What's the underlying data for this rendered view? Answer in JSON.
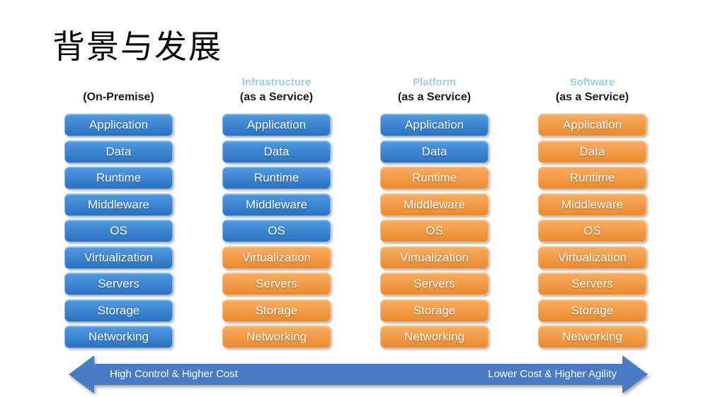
{
  "title": "背景与发展",
  "colors": {
    "title_color": "#0a0a0a",
    "header_accent": "#9dcdf0",
    "block_text": "#ffffff",
    "blue_top": "#4e9adf",
    "blue_bottom": "#2c72c4",
    "blue_border": "#7cb5e8",
    "orange_top": "#f9ac5e",
    "orange_bottom": "#eb8a2f",
    "orange_border": "#f6b878",
    "arrow_fill": "#4a7cc6"
  },
  "columns": [
    {
      "id": "on-premise",
      "header_line1": "",
      "header_line2": "(On-Premise)",
      "blocks": [
        {
          "label": "Application",
          "color": "blue"
        },
        {
          "label": "Data",
          "color": "blue"
        },
        {
          "label": "Runtime",
          "color": "blue"
        },
        {
          "label": "Middleware",
          "color": "blue"
        },
        {
          "label": "OS",
          "color": "blue"
        },
        {
          "label": "Virtualization",
          "color": "blue"
        },
        {
          "label": "Servers",
          "color": "blue"
        },
        {
          "label": "Storage",
          "color": "blue"
        },
        {
          "label": "Networking",
          "color": "blue"
        }
      ]
    },
    {
      "id": "iaas",
      "header_line1": "Infrastructure",
      "header_line2": "(as a Service)",
      "blocks": [
        {
          "label": "Application",
          "color": "blue"
        },
        {
          "label": "Data",
          "color": "blue"
        },
        {
          "label": "Runtime",
          "color": "blue"
        },
        {
          "label": "Middleware",
          "color": "blue"
        },
        {
          "label": "OS",
          "color": "blue"
        },
        {
          "label": "Virtualization",
          "color": "orange"
        },
        {
          "label": "Servers",
          "color": "orange"
        },
        {
          "label": "Storage",
          "color": "orange"
        },
        {
          "label": "Networking",
          "color": "orange"
        }
      ]
    },
    {
      "id": "paas",
      "header_line1": "Platform",
      "header_line2": "(as a Service)",
      "blocks": [
        {
          "label": "Application",
          "color": "blue"
        },
        {
          "label": "Data",
          "color": "blue"
        },
        {
          "label": "Runtime",
          "color": "orange"
        },
        {
          "label": "Middleware",
          "color": "orange"
        },
        {
          "label": "OS",
          "color": "orange"
        },
        {
          "label": "Virtualization",
          "color": "orange"
        },
        {
          "label": "Servers",
          "color": "orange"
        },
        {
          "label": "Storage",
          "color": "orange"
        },
        {
          "label": "Networking",
          "color": "orange"
        }
      ]
    },
    {
      "id": "saas",
      "header_line1": "Software",
      "header_line2": "(as a Service)",
      "blocks": [
        {
          "label": "Application",
          "color": "orange"
        },
        {
          "label": "Data",
          "color": "orange"
        },
        {
          "label": "Runtime",
          "color": "orange"
        },
        {
          "label": "Middleware",
          "color": "orange"
        },
        {
          "label": "OS",
          "color": "orange"
        },
        {
          "label": "Virtualization",
          "color": "orange"
        },
        {
          "label": "Servers",
          "color": "orange"
        },
        {
          "label": "Storage",
          "color": "orange"
        },
        {
          "label": "Networking",
          "color": "orange"
        }
      ]
    }
  ],
  "arrow": {
    "left_label": "High Control & Higher Cost",
    "right_label": "Lower Cost & Higher Agility"
  }
}
